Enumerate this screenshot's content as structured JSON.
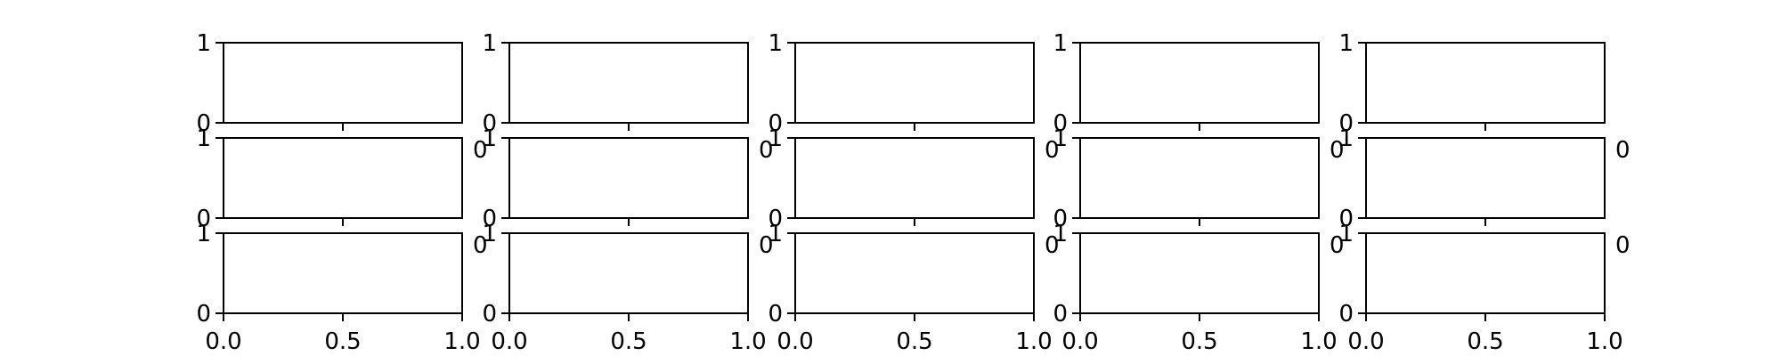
{
  "chart_data": {
    "type": "grid",
    "rows": 3,
    "cols": 5,
    "series": [],
    "colors": {
      "frame": "#000000",
      "background": "#ffffff",
      "text": "#000000"
    },
    "x_axis": {
      "range": [
        0.0,
        1.0
      ],
      "ticks": [
        "0.0",
        "0.5",
        "1.0"
      ],
      "shown_on_rows": [
        3
      ]
    },
    "y_axis": {
      "range": [
        0,
        1
      ],
      "ticks": [
        "0",
        "1"
      ]
    },
    "secondary_y_axis": {
      "label": "0",
      "shown_on_rows": [
        2,
        3
      ]
    },
    "minor_x_ticks_on_rows": [
      1,
      2
    ]
  }
}
